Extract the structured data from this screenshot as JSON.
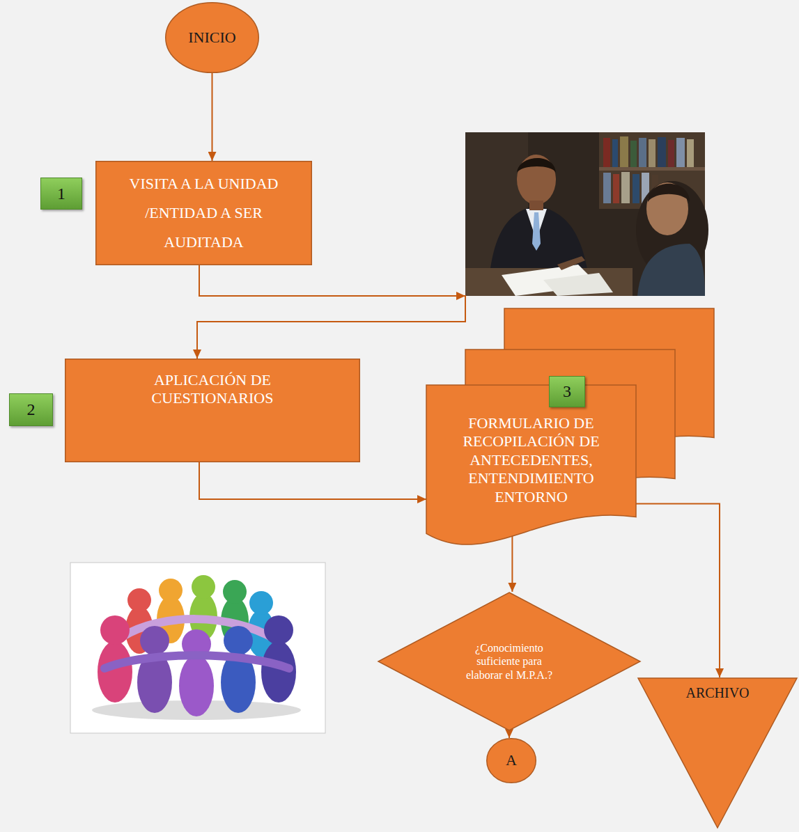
{
  "diagram": {
    "nodes": [
      {
        "text": [
          "INICIO"
        ]
      },
      {
        "text": [
          "VISITA A LA UNIDAD /ENTIDAD A SER AUDITADA"
        ]
      },
      {
        "text": [
          "APLICACIÓN DE CUESTIONARIOS"
        ]
      },
      {
        "text": [
          "FORMULARIO DE RECOPILACIÓN DE ANTECEDENTES, ENTENDIMIENTO ENTORNO"
        ]
      },
      {
        "text": [
          "¿Conocimiento suficiente para elaborar el M.P.A.?"
        ]
      },
      {
        "text": [
          "A"
        ]
      },
      {
        "text": [
          "ARCHIVO"
        ]
      }
    ],
    "edges": [
      {
        "from": 0,
        "to": 1,
        "arrow": "to"
      },
      {
        "from": 1,
        "to": 2,
        "arrow": "to"
      },
      {
        "from": 2,
        "to": 3,
        "arrow": "to"
      },
      {
        "from": 3,
        "to": 4,
        "arrow": "to"
      },
      {
        "from": 4,
        "to": 5,
        "arrow": "to"
      },
      {
        "from": 3,
        "to": 6,
        "arrow": "to"
      }
    ],
    "labels": [
      "1",
      "2",
      "3"
    ]
  }
}
